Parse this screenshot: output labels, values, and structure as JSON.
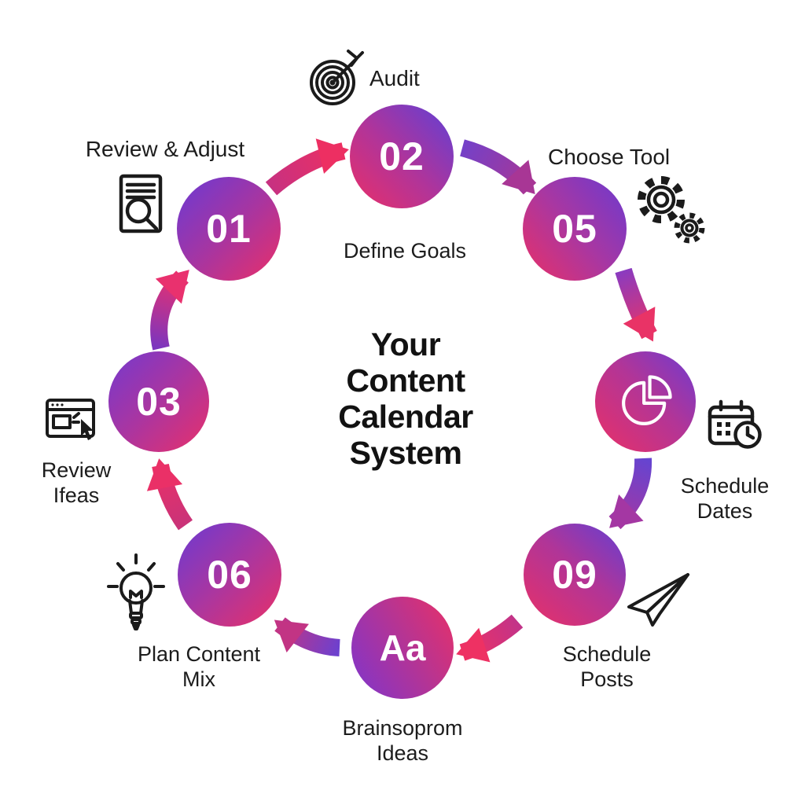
{
  "diagram": {
    "title": "Your\nContent\nCalendar\nSystem",
    "flow_direction": "clockwise",
    "nodes": [
      {
        "badge": "02",
        "label": "Audit",
        "secondary": "Define Goals",
        "icon": "target-icon"
      },
      {
        "badge": "05",
        "label": "Choose Tool",
        "icon": "gears-icon"
      },
      {
        "badge": "",
        "label": "Schedule\nDates",
        "badge_icon": "pie-chart-icon",
        "icon": "calendar-clock-icon"
      },
      {
        "badge": "09",
        "label": "Schedule\nPosts",
        "icon": "paper-plane-icon"
      },
      {
        "badge": "Aa",
        "label": "Brainsoprom\nIdeas",
        "icon": ""
      },
      {
        "badge": "06",
        "label": "Plan Content\nMix",
        "icon": "lightbulb-icon"
      },
      {
        "badge": "03",
        "label": "Review\nIfeas",
        "icon": "browser-cursor-icon"
      },
      {
        "badge": "01",
        "label": "Review & Adjust",
        "icon": "document-search-icon"
      }
    ],
    "colors": {
      "gradient_pink": "#E93067",
      "gradient_purple": "#6B3AD2",
      "text": "#1A1A1A",
      "background": "#FFFFFF"
    }
  }
}
